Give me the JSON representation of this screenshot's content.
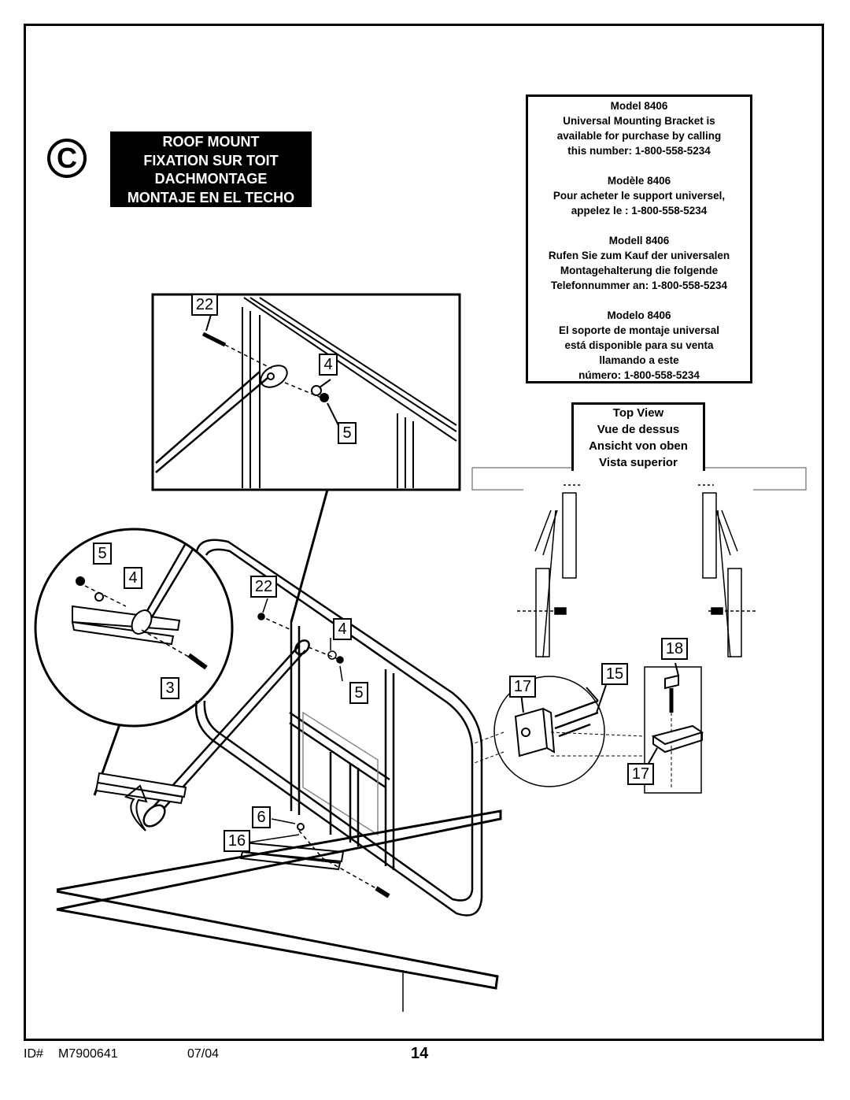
{
  "section_letter": "C",
  "title_lines": [
    "ROOF MOUNT",
    "FIXATION SUR TOIT",
    "DACHMONTAGE",
    "MONTAJE EN EL TECHO"
  ],
  "info_box": {
    "en": [
      "Model 8406",
      "Universal Mounting Bracket is",
      "available for purchase by calling",
      "this number:  1-800-558-5234"
    ],
    "fr": [
      "Modèle 8406",
      "Pour acheter le support universel,",
      "appelez le : 1-800-558-5234"
    ],
    "de": [
      "Modell 8406",
      "Rufen Sie zum Kauf der universalen",
      "Montagehalterung die folgende",
      "Telefonnummer an: 1-800-558-5234"
    ],
    "es": [
      "Modelo 8406",
      "El soporte de montaje universal",
      "está disponible para su venta",
      "llamando a este",
      "número: 1-800-558-5234"
    ]
  },
  "top_view": [
    "Top View",
    "Vue de dessus",
    "Ansicht von oben",
    "Vista superior"
  ],
  "callouts": {
    "inset_22": "22",
    "inset_4": "4",
    "inset_5": "5",
    "detail_5": "5",
    "detail_4": "4",
    "detail_3": "3",
    "main_22": "22",
    "main_4": "4",
    "main_5": "5",
    "main_6": "6",
    "main_16": "16",
    "bracket_18": "18",
    "bracket_15": "15",
    "bracket_17a": "17",
    "bracket_17b": "17"
  },
  "footer": {
    "id_label": "ID#",
    "id_value": "M7900641",
    "date": "07/04",
    "page": "14"
  }
}
